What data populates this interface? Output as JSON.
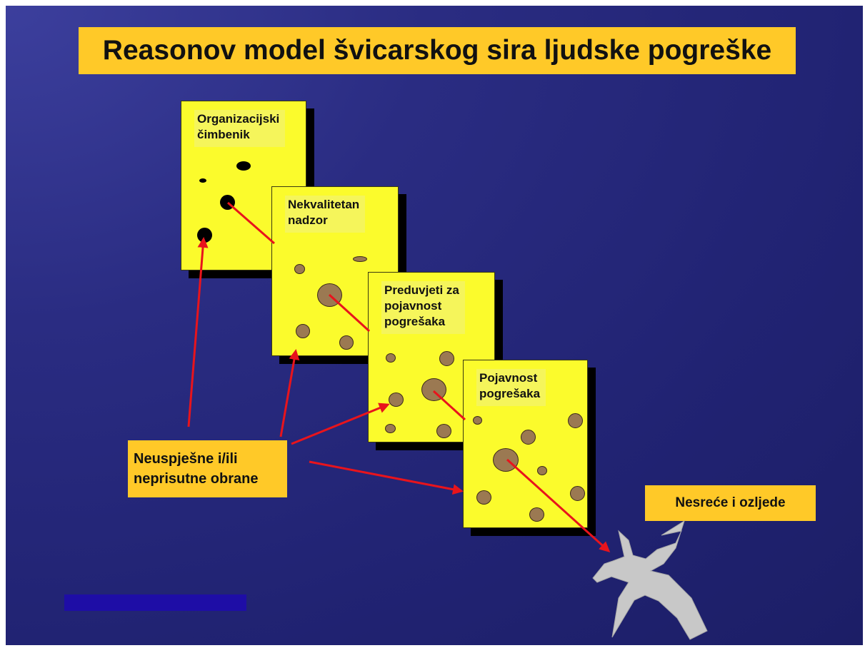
{
  "title": "Reasonov model švicarskog sira ljudske pogreške",
  "slices": [
    {
      "label_line1": "Organizacijski",
      "label_line2": "čimbenik",
      "label_line3": ""
    },
    {
      "label_line1": "Nekvalitetan",
      "label_line2": "nadzor",
      "label_line3": ""
    },
    {
      "label_line1": "Preduvjeti za",
      "label_line2": "pojavnost",
      "label_line3": "pogrešaka"
    },
    {
      "label_line1": "Pojavnost",
      "label_line2": "pogrešaka",
      "label_line3": ""
    }
  ],
  "callouts": {
    "defenses_line1": "Neuspješne i/ili",
    "defenses_line2": "neprisutne obrane",
    "accidents": "Nesreće i ozljede"
  },
  "colors": {
    "slide_background": "#24267a",
    "title_box": "#ffc928",
    "cheese": "#fbfb2c",
    "hole": "#9b7952",
    "arrow": "#e8141c",
    "plane": "#c8c8c8"
  },
  "icons": {
    "crash": "crashed-airplane-icon"
  }
}
